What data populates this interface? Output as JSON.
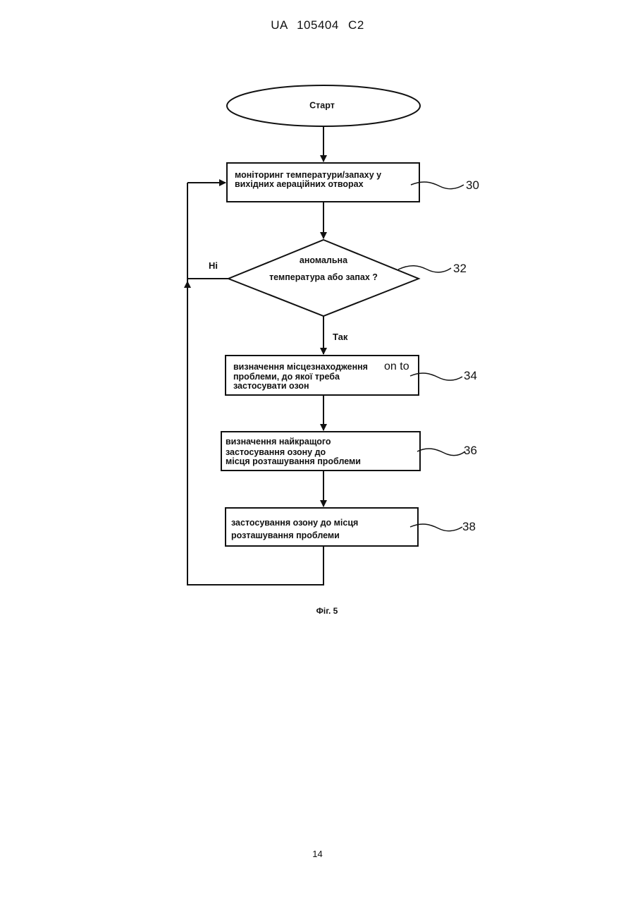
{
  "header": {
    "patent_number": "UA 105404 C2"
  },
  "flowchart": {
    "start": {
      "label": "Старт"
    },
    "step_30": {
      "lines": [
        "моніторинг  температури/запаху у",
        "вихідних аераційних отворах"
      ],
      "ref": "30"
    },
    "decision_32": {
      "lines": [
        "аномальна",
        "температура або запах ?"
      ],
      "ref": "32",
      "no_label": "Ні",
      "yes_label": "Так"
    },
    "step_34": {
      "lines": [
        "визначення місцезнаходження",
        "проблеми, до якої треба",
        "застосувати озон"
      ],
      "overlay": "on to",
      "ref": "34"
    },
    "step_36": {
      "lines": [
        "визначення найкращого",
        "застосування озону до",
        "місця розташування проблеми"
      ],
      "ref": "36"
    },
    "step_38": {
      "lines": [
        "застосування озону  до місця",
        "розташування проблеми"
      ],
      "ref": "38"
    },
    "caption": "Фіг. 5"
  },
  "footer": {
    "page_number": "14"
  }
}
